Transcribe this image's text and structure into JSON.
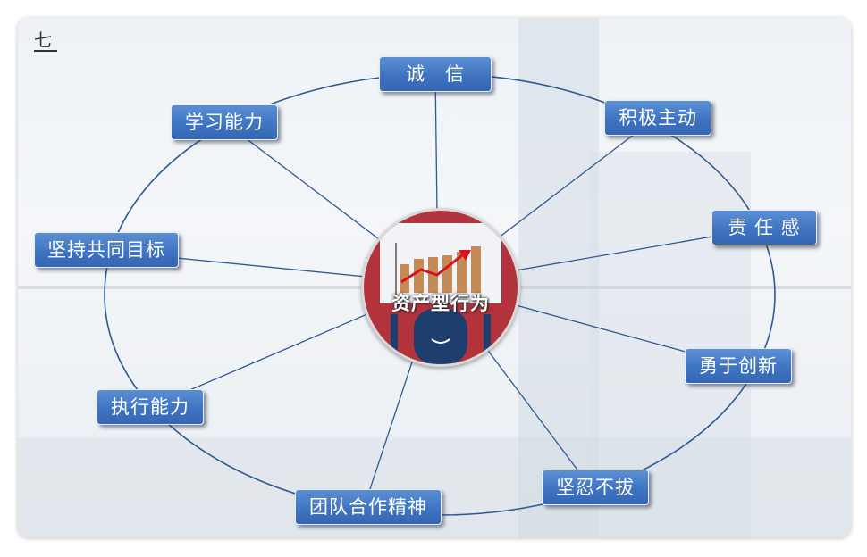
{
  "top_mark": "七",
  "center": {
    "label": "资产型行为"
  },
  "nodes": [
    {
      "label": "诚　信"
    },
    {
      "label": "积极主动"
    },
    {
      "label": "责 任 感"
    },
    {
      "label": "勇于创新"
    },
    {
      "label": "坚忍不拔"
    },
    {
      "label": "团队合作精神"
    },
    {
      "label": "执行能力"
    },
    {
      "label": "坚持共同目标"
    },
    {
      "label": "学习能力"
    }
  ],
  "colors": {
    "node_fill": "#3f74c2",
    "center_fill": "#b3333c",
    "line": "#2f5a93"
  }
}
